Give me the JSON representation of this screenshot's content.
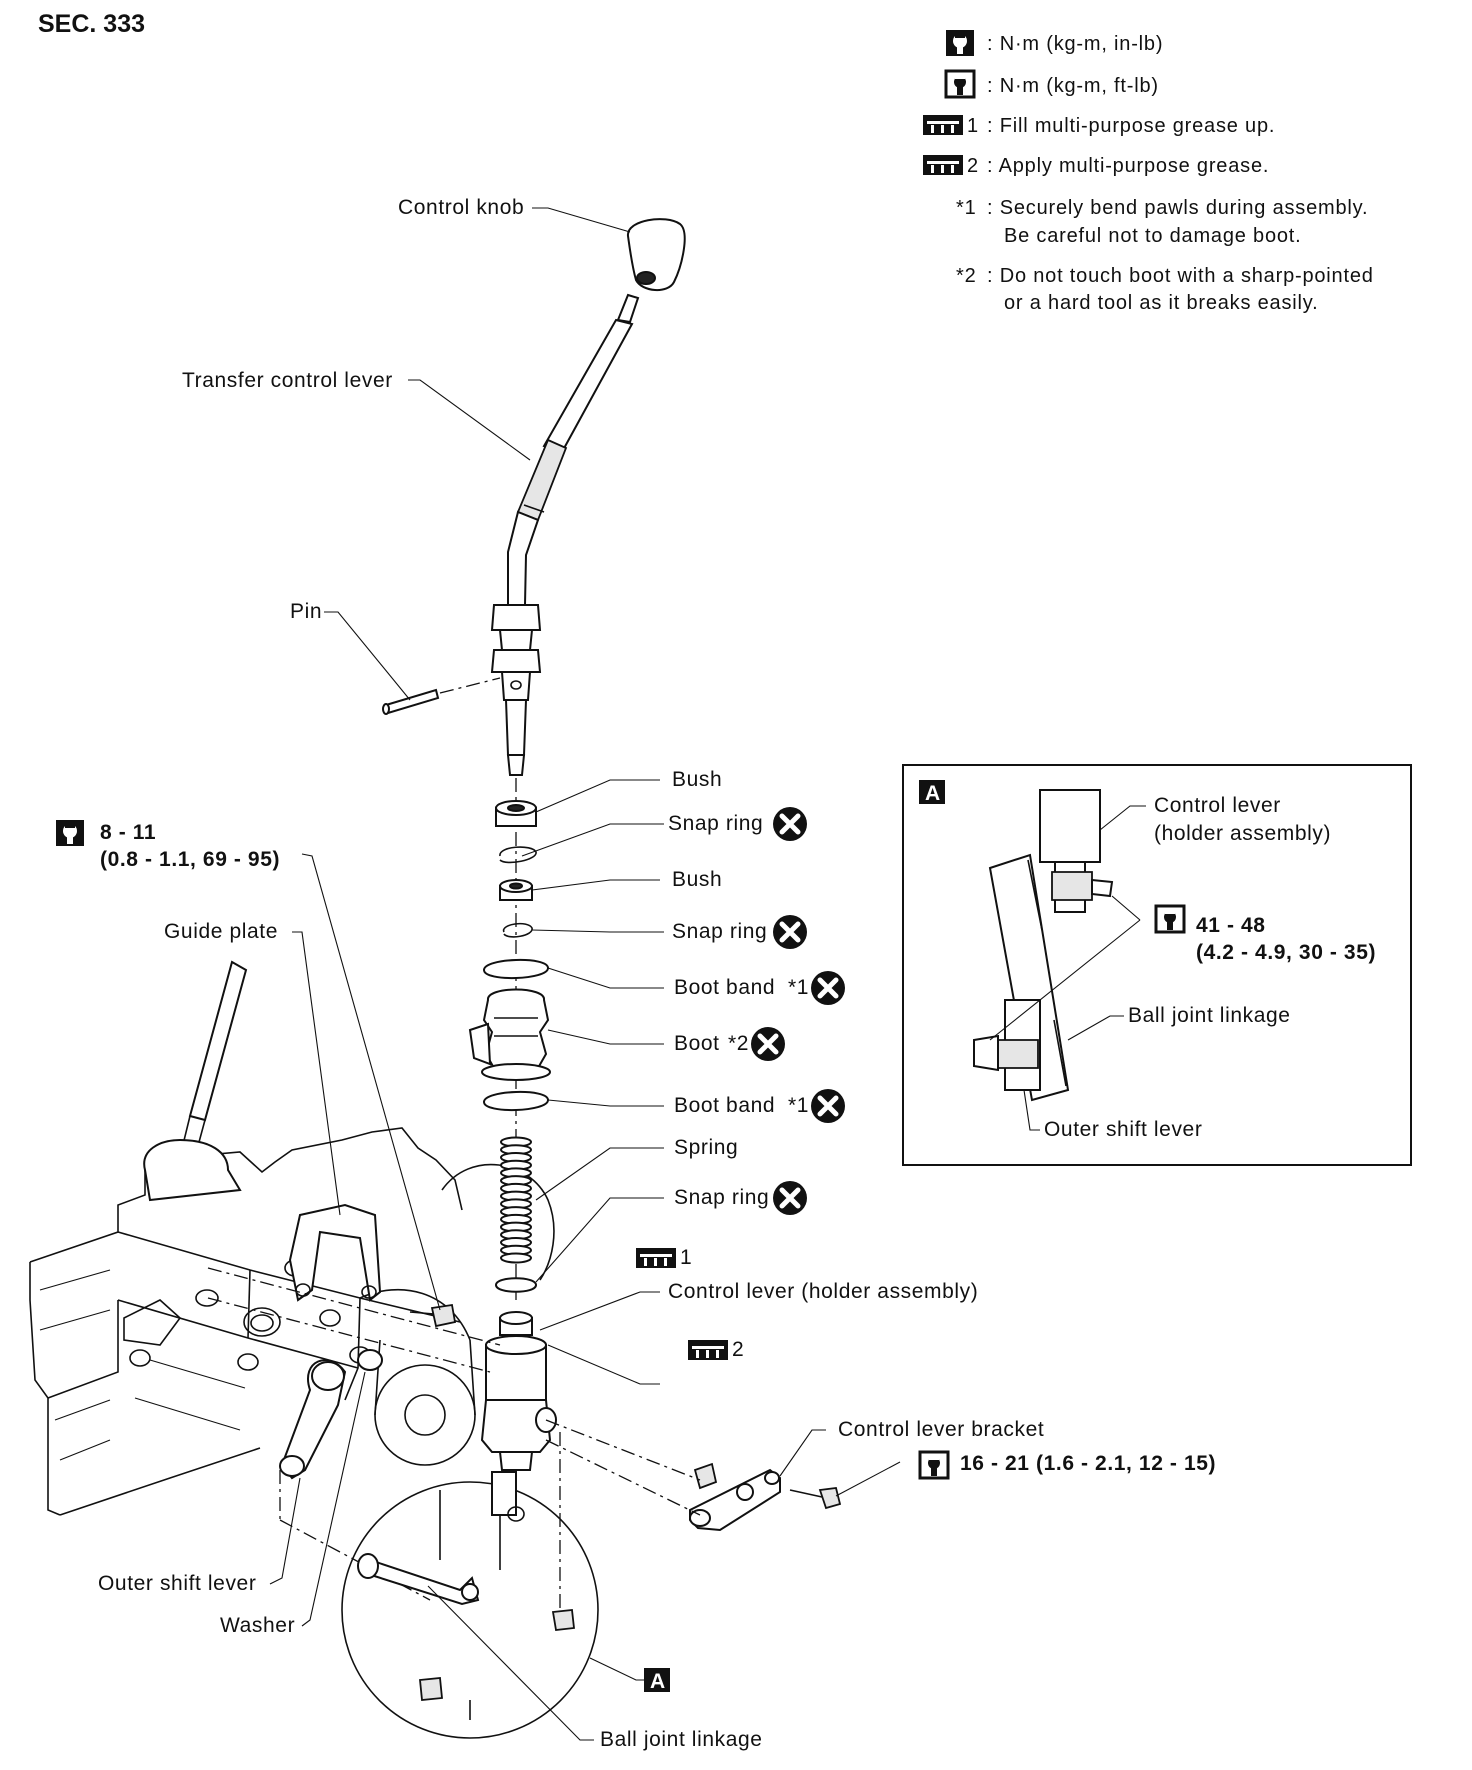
{
  "section": "SEC. 333",
  "legend": {
    "torque_inlb": ": N·m (kg-m, in-lb)",
    "torque_ftlb": ": N·m (kg-m, ft-lb)",
    "grease1_num": "1",
    "grease1_text": ": Fill multi-purpose grease up.",
    "grease2_num": "2",
    "grease2_text": ": Apply multi-purpose grease.",
    "note1_mark": "*1",
    "note1_line1": ": Securely bend pawls during assembly.",
    "note1_line2": "Be careful not to damage boot.",
    "note2_mark": "*2",
    "note2_line1": ": Do not touch boot with a sharp-pointed",
    "note2_line2": "or a hard tool as it breaks easily."
  },
  "labels": {
    "control_knob": "Control knob",
    "transfer_control_lever": "Transfer control lever",
    "pin": "Pin",
    "bush1": "Bush",
    "snap_ring1": "Snap ring",
    "bush2": "Bush",
    "snap_ring2": "Snap ring",
    "boot_band1": "Boot band",
    "boot_band1_note": "*1",
    "boot": "Boot",
    "boot_note": "*2",
    "boot_band2": "Boot band",
    "boot_band2_note": "*1",
    "spring": "Spring",
    "snap_ring3": "Snap ring",
    "grease_ref1": "1",
    "control_lever_holder": "Control lever (holder assembly)",
    "grease_ref2": "2",
    "control_lever_bracket": "Control lever bracket",
    "guide_plate": "Guide plate",
    "outer_shift_lever": "Outer shift lever",
    "washer": "Washer",
    "ball_joint_linkage": "Ball joint linkage",
    "detail_ref": "A"
  },
  "torques": {
    "guide_plate_bolt_line1": "8 - 11",
    "guide_plate_bolt_line2": "(0.8 - 1.1, 69 - 95)",
    "bracket_bolt": "16 - 21 (1.6 - 2.1, 12 - 15)",
    "inset_nut_line1": "41 - 48",
    "inset_nut_line2": "(4.2 - 4.9, 30 - 35)"
  },
  "inset": {
    "tag": "A",
    "control_lever_line1": "Control lever",
    "control_lever_line2": "(holder assembly)",
    "ball_joint_linkage": "Ball joint linkage",
    "outer_shift_lever": "Outer shift lever"
  }
}
